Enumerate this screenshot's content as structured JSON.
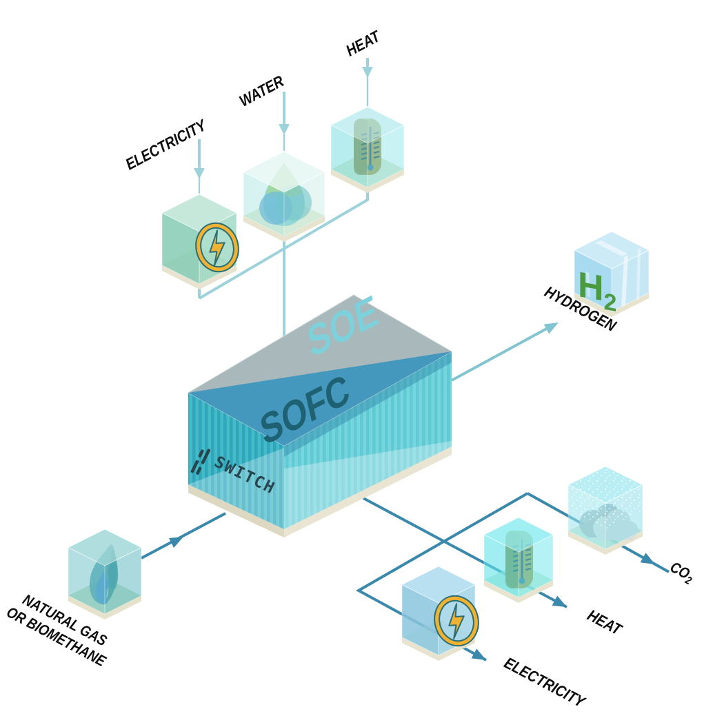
{
  "diagram": {
    "name": "SWITCH SOFC / SOE hydrogen energy system diagram",
    "container": {
      "roof_label": "SOE",
      "panel_label": "SOFC",
      "brand": "SWITCH"
    },
    "inputs": {
      "electricity": {
        "label": "ELECTRICITY",
        "icon": "lightning-bolt-icon"
      },
      "water": {
        "label": "WATER",
        "icon": "water-drop-icon"
      },
      "heat": {
        "label": "HEAT",
        "icon": "thermometer-icon"
      },
      "natural_gas": {
        "label_line1": "NATURAL GAS",
        "label_line2": "OR BIOMETHANE",
        "icon": "flame-icon"
      }
    },
    "outputs": {
      "hydrogen": {
        "label": "HYDROGEN",
        "cube_text_main": "H",
        "cube_text_sub": "2",
        "icon": "h2-ice-cube-icon"
      },
      "co2": {
        "label_main": "CO",
        "label_sub": "2",
        "icon": "cloud-icon"
      },
      "heat": {
        "label": "HEAT",
        "icon": "thermometer-icon"
      },
      "electricity": {
        "label": "ELECTRICITY",
        "icon": "lightning-bolt-icon"
      }
    },
    "colors": {
      "input_line": "#9dd2da",
      "output_line": "#3a88ac",
      "hydrogen_line": "#82c4cf",
      "container_roof": "#a9b8ba",
      "sofc_panel": "#3e95bd",
      "soe_text": "#7ed0db",
      "sofc_text": "#1e6172",
      "switch_text": "#27454f",
      "accent_yellow": "#f2b231",
      "h2_text": "#4a9a40",
      "label_text": "#0e0e0e",
      "base_cream": "#e9e5d2"
    }
  }
}
